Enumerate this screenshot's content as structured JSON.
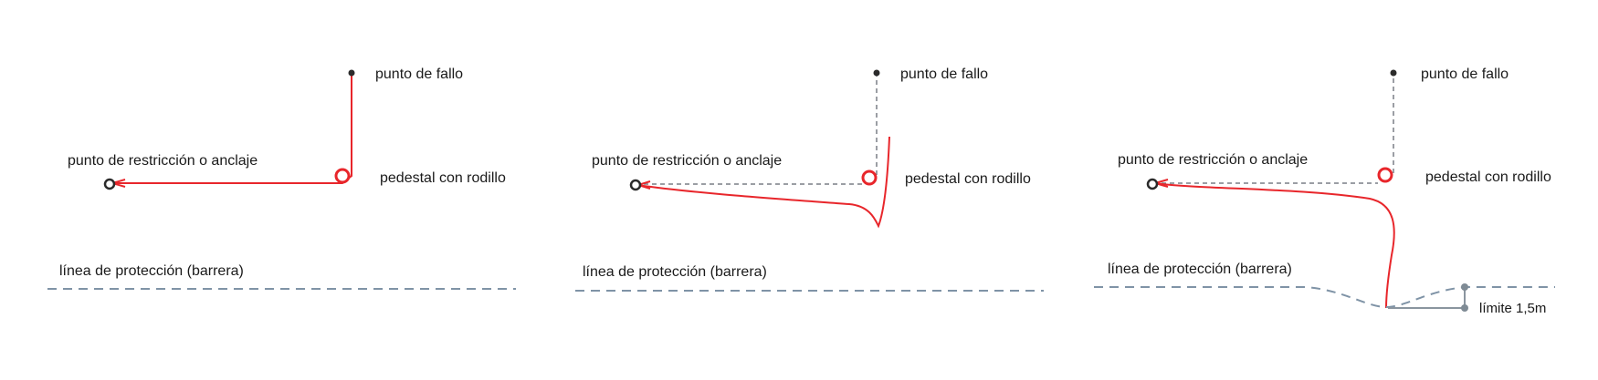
{
  "panels": [
    {
      "failure_point_label": "punto de fallo",
      "anchor_label": "punto de restricción o anclaje",
      "pedestal_label": "pedestal con rodillo",
      "barrier_label": "línea de protección (barrera)"
    },
    {
      "failure_point_label": "punto de fallo",
      "anchor_label": "punto de restricción o anclaje",
      "pedestal_label": "pedestal con rodillo",
      "barrier_label": "línea de protección (barrera)"
    },
    {
      "failure_point_label": "punto de fallo",
      "anchor_label": "punto de restricción o anclaje",
      "pedestal_label": "pedestal con rodillo",
      "barrier_label": "línea de protección (barrera)",
      "limit_label": "límite 1,5m"
    }
  ],
  "colors": {
    "cable": "#e8262b",
    "barrier": "#7f93a6",
    "original_path": "#7a7f86",
    "anchor": "#2b2b2b"
  }
}
